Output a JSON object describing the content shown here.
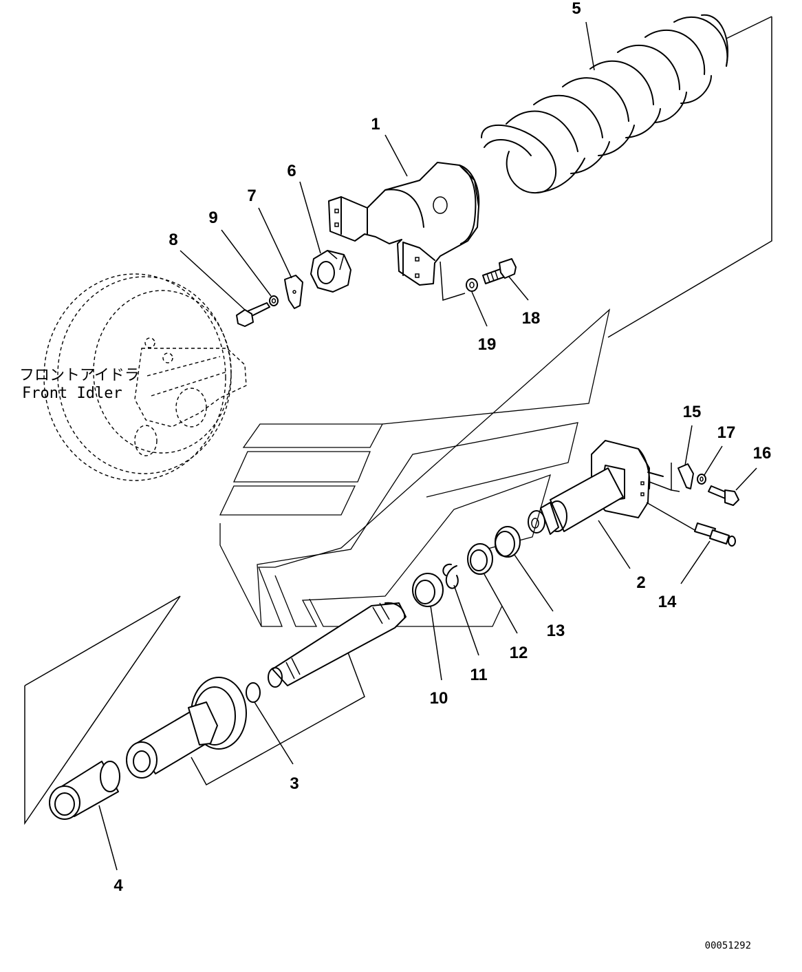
{
  "reference": {
    "japanese": "フロントアイドラ",
    "english": "Front Idler"
  },
  "drawing_code": "00051292",
  "callouts": {
    "p1": "1",
    "p2": "2",
    "p3": "3",
    "p4": "4",
    "p5": "5",
    "p6": "6",
    "p7": "7",
    "p8": "8",
    "p9": "9",
    "p10": "10",
    "p11": "11",
    "p12": "12",
    "p13": "13",
    "p14": "14",
    "p15": "15",
    "p16": "16",
    "p17": "17",
    "p18": "18",
    "p19": "19"
  }
}
